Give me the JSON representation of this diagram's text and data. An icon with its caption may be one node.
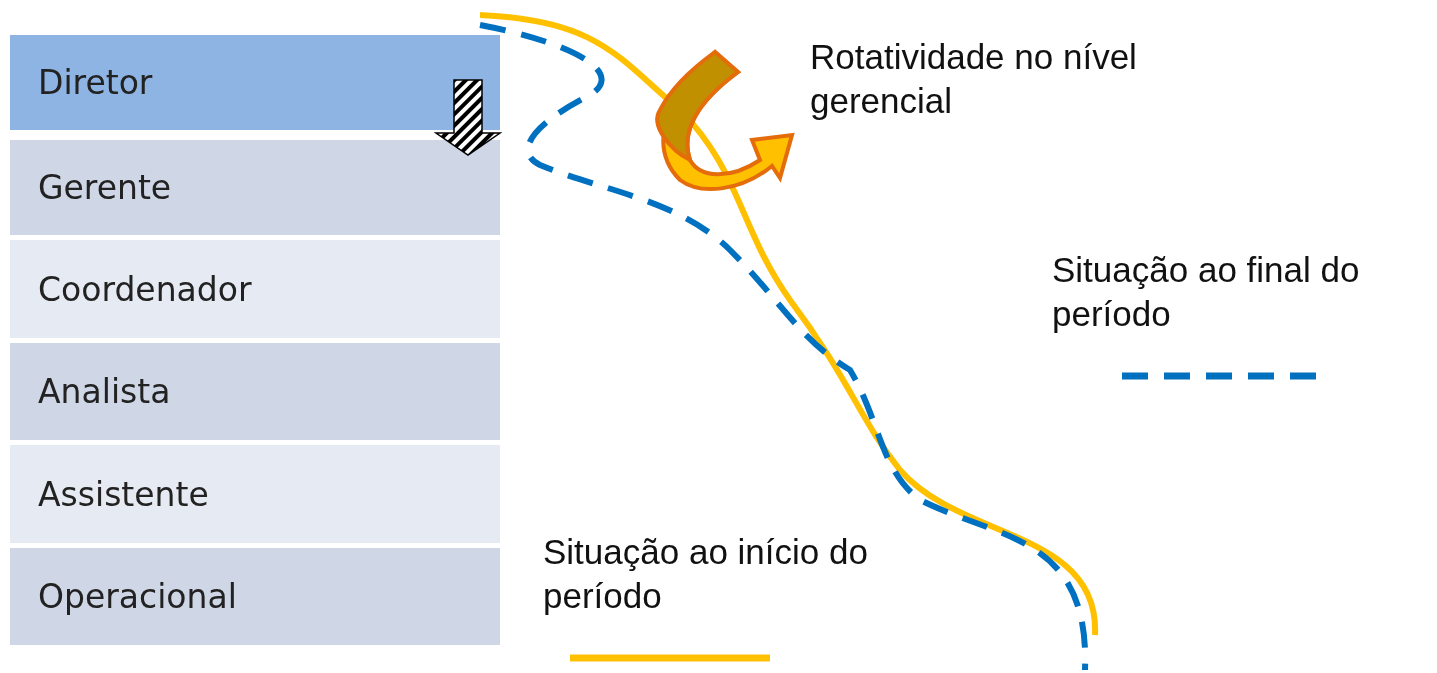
{
  "diagram": {
    "nodes": [
      {
        "text": [
          "Diretor"
        ]
      },
      {
        "text": [
          "Gerente"
        ]
      },
      {
        "text": [
          "Coordenador"
        ]
      },
      {
        "text": [
          "Analista"
        ]
      },
      {
        "text": [
          "Assistente"
        ]
      },
      {
        "text": [
          "Operacional"
        ]
      }
    ],
    "edges": [
      {
        "from": 0,
        "to": 1,
        "arrow": "to",
        "style": "thick"
      }
    ],
    "labels": [
      "Rotatividade no nível gerencial"
    ],
    "legend": [
      {
        "text": "Situação ao final do período"
      },
      {
        "text": "Situação ao início do período"
      }
    ]
  }
}
